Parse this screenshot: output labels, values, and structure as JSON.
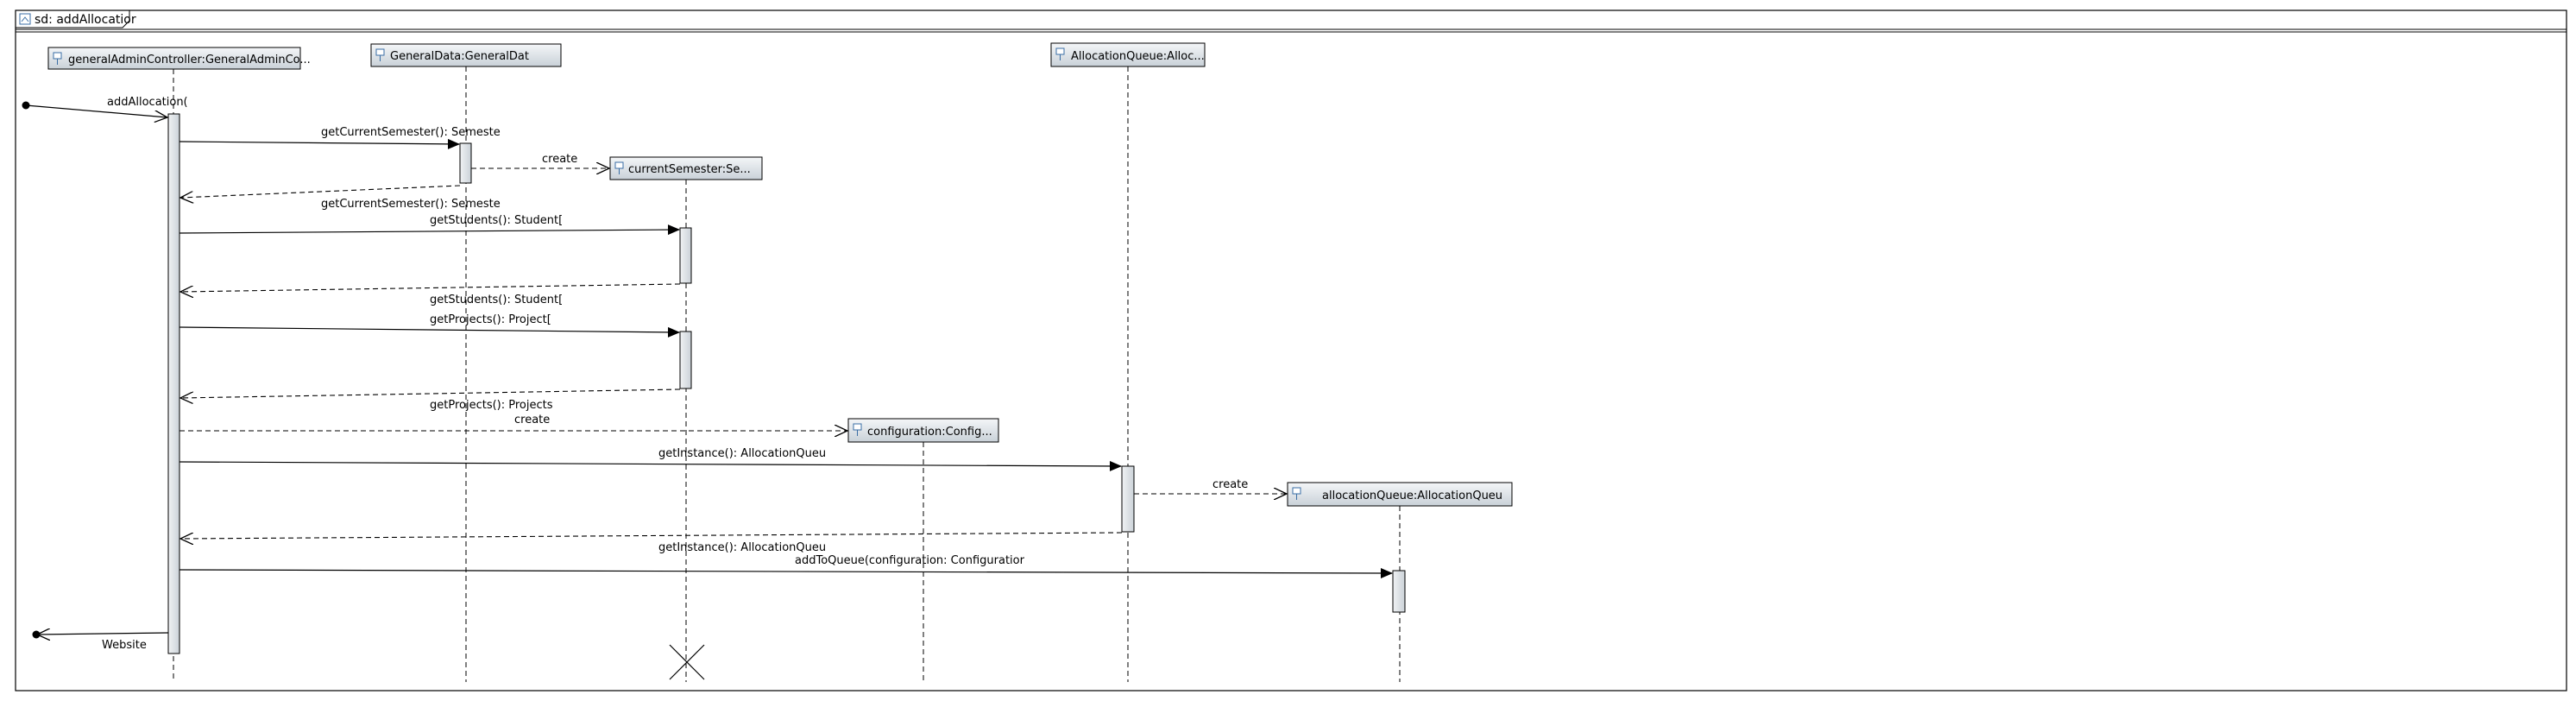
{
  "frame": {
    "title": "sd: addAllocatior"
  },
  "lifelines": [
    {
      "id": "ctrl",
      "label": "generalAdminController:GeneralAdminCo..."
    },
    {
      "id": "gd",
      "label": "GeneralData:GeneralDat"
    },
    {
      "id": "cs",
      "label": "currentSemester:Se..."
    },
    {
      "id": "cfg",
      "label": "configuration:Config..."
    },
    {
      "id": "aqc",
      "label": "AllocationQueue:Alloc..."
    },
    {
      "id": "aq",
      "label": "allocationQueue:AllocationQueu"
    }
  ],
  "messages": [
    {
      "id": "m1",
      "kind": "found-sync",
      "label": "addAllocation("
    },
    {
      "id": "m2",
      "kind": "sync",
      "label": "getCurrentSemester(): Semeste"
    },
    {
      "id": "m3",
      "kind": "create",
      "label": "create"
    },
    {
      "id": "m4",
      "kind": "reply",
      "label": "getCurrentSemester(): Semeste"
    },
    {
      "id": "m5",
      "kind": "sync",
      "label": "getStudents(): Student["
    },
    {
      "id": "m6",
      "kind": "reply",
      "label": "getStudents(): Student["
    },
    {
      "id": "m7",
      "kind": "sync",
      "label": "getProjects(): Project["
    },
    {
      "id": "m8",
      "kind": "reply",
      "label": "getProjects(): Projects"
    },
    {
      "id": "m9",
      "kind": "create",
      "label": "create"
    },
    {
      "id": "m10",
      "kind": "sync",
      "label": "getInstance(): AllocationQueu"
    },
    {
      "id": "m11",
      "kind": "create",
      "label": "create"
    },
    {
      "id": "m12",
      "kind": "reply",
      "label": "getInstance(): AllocationQueu"
    },
    {
      "id": "m13",
      "kind": "sync",
      "label": "addToQueue(configuration: Configuratior"
    },
    {
      "id": "m14",
      "kind": "lost-reply",
      "label": "Website"
    }
  ],
  "colors": {
    "line": "#000000",
    "header_fill": "#dde3e8",
    "activation_fill": "#e4e8eb",
    "icon": "#3a6ea5"
  },
  "icon": "lifeline-icon"
}
